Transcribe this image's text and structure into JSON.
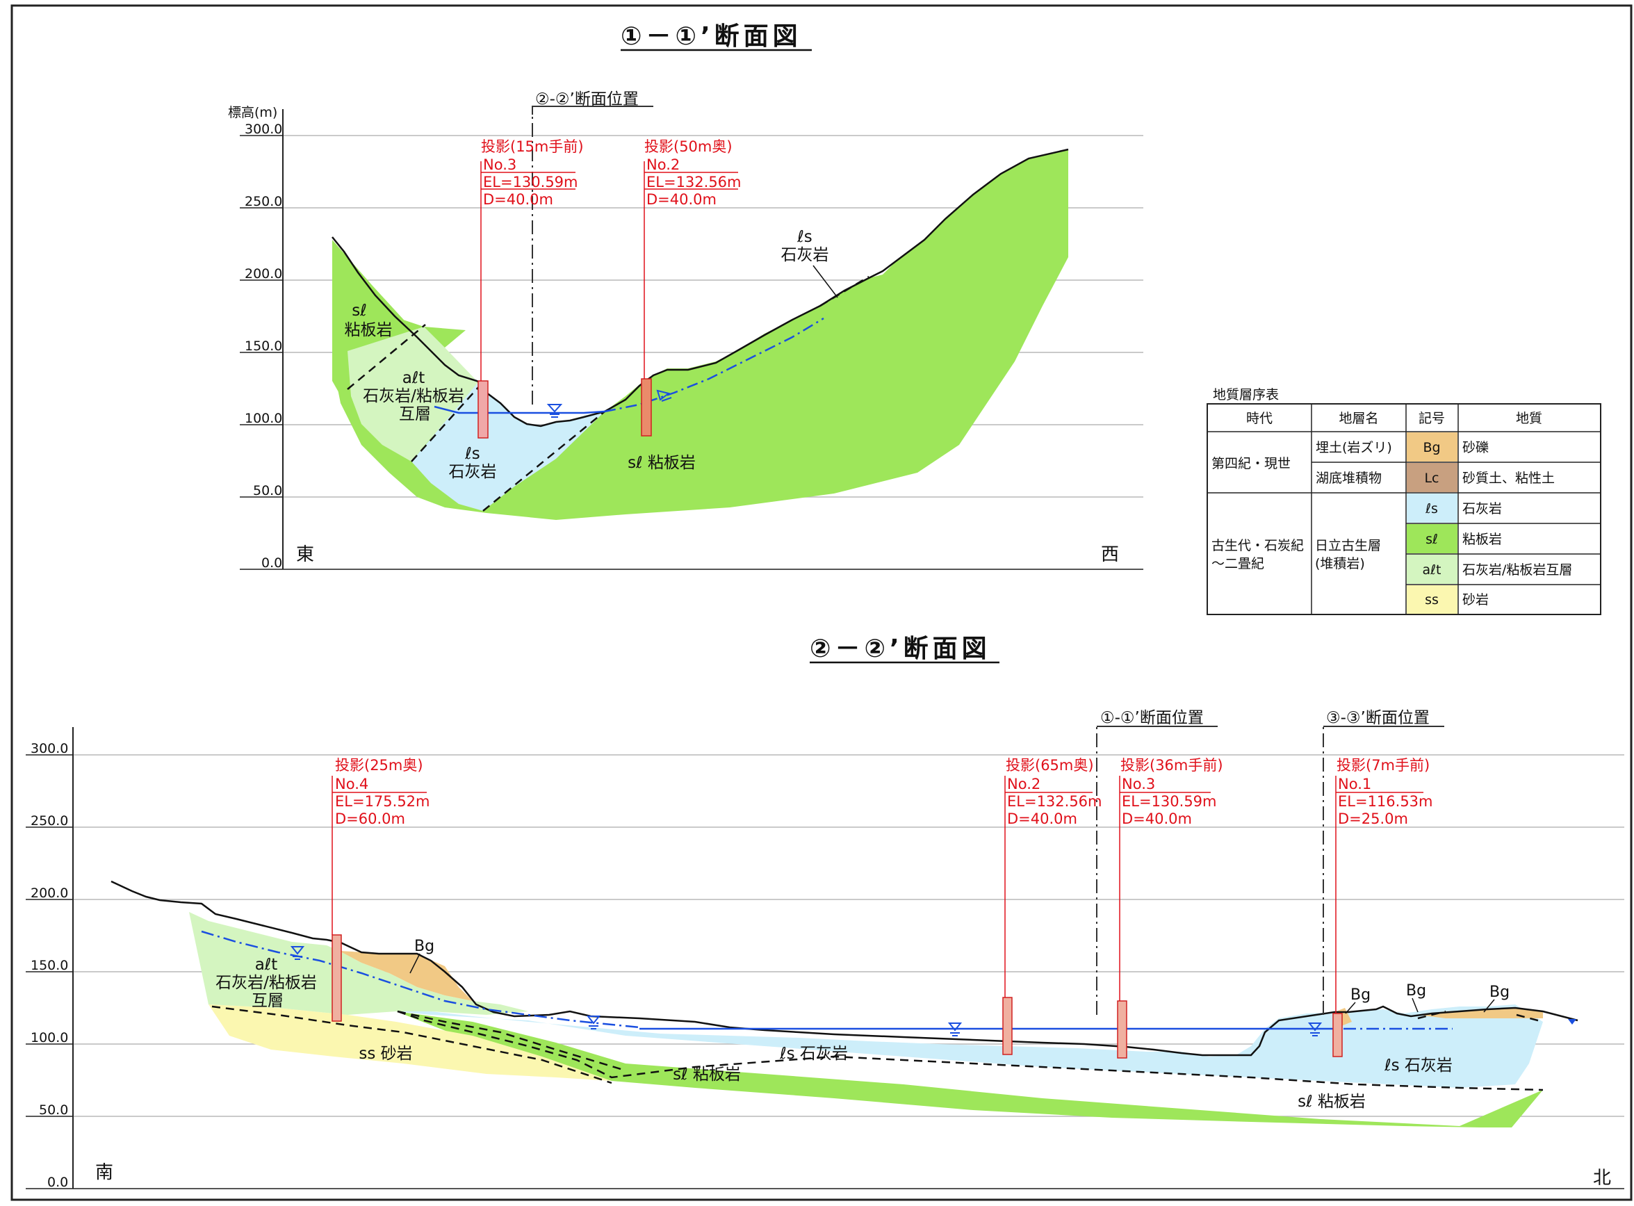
{
  "section1": {
    "title": "①－①’断面図",
    "axis_label": "標高(m)",
    "ticks": [
      "300.0",
      "250.0",
      "200.0",
      "150.0",
      "100.0",
      "50.0",
      "0.0"
    ],
    "left_dir": "東",
    "right_dir": "西",
    "marker": "②-②’断面位置",
    "boreholes": [
      {
        "proj": "投影(15m手前)",
        "no": "No.3",
        "el": "EL=130.59m",
        "d": "D=40.0m"
      },
      {
        "proj": "投影(50m奥)",
        "no": "No.2",
        "el": "EL=132.56m",
        "d": "D=40.0m"
      }
    ],
    "labels": {
      "sl_code": "sℓ",
      "sl_name": "粘板岩",
      "alt_code": "aℓt",
      "alt_name1": "石灰岩/粘板岩",
      "alt_name2": "互層",
      "ls_code": "ℓs",
      "ls_name": "石灰岩",
      "sl_center": "sℓ 粘板岩",
      "ls_top_code": "ℓs",
      "ls_top_name": "石灰岩"
    }
  },
  "section2": {
    "title": "②－②’断面図",
    "ticks": [
      "300.0",
      "250.0",
      "200.0",
      "150.0",
      "100.0",
      "50.0",
      "0.0"
    ],
    "left_dir": "南",
    "right_dir": "北",
    "markers": [
      "①-①’断面位置",
      "③-③’断面位置"
    ],
    "boreholes": [
      {
        "proj": "投影(25m奥)",
        "no": "No.4",
        "el": "EL=175.52m",
        "d": "D=60.0m"
      },
      {
        "proj": "投影(65m奥)",
        "no": "No.2",
        "el": "EL=132.56m",
        "d": "D=40.0m"
      },
      {
        "proj": "投影(36m手前)",
        "no": "No.3",
        "el": "EL=130.59m",
        "d": "D=40.0m"
      },
      {
        "proj": "投影(7m手前)",
        "no": "No.1",
        "el": "EL=116.53m",
        "d": "D=25.0m"
      }
    ],
    "labels": {
      "bg": "Bg",
      "alt_code": "aℓt",
      "alt_name1": "石灰岩/粘板岩",
      "alt_name2": "互層",
      "ss": "ss 砂岩",
      "ls1": "ℓs 石灰岩",
      "sl1": "sℓ 粘板岩",
      "ls2": "ℓs 石灰岩",
      "sl2": "sℓ 粘板岩"
    }
  },
  "legend": {
    "title": "地質層序表",
    "headers": [
      "時代",
      "地層名",
      "記号",
      "地質"
    ],
    "era1": "第四紀・現世",
    "era2_line1": "古生代・石炭紀",
    "era2_line2": "～二畳紀",
    "formation2_line1": "日立古生層",
    "formation2_line2": "(堆積岩)",
    "rows": [
      {
        "formation": "埋土(岩ズリ)",
        "code": "Bg",
        "desc": "砂礫",
        "color": "#f1c985"
      },
      {
        "formation": "湖底堆積物",
        "code": "Lc",
        "desc": "砂質土、粘性土",
        "color": "#c8a080"
      },
      {
        "formation": "",
        "code": "ℓs",
        "desc": "石灰岩",
        "color": "#cdeefa"
      },
      {
        "formation": "",
        "code": "sℓ",
        "desc": "粘板岩",
        "color": "#9ee65a"
      },
      {
        "formation": "",
        "code": "aℓt",
        "desc": "石灰岩/粘板岩互層",
        "color": "#d4f5c0"
      },
      {
        "formation": "",
        "code": "ss",
        "desc": "砂岩",
        "color": "#fbf7b0"
      }
    ]
  },
  "colors": {
    "limestone": "#cdeefa",
    "slate": "#9ee65a",
    "alternation": "#d4f5c0",
    "sandstone": "#fbf7b0",
    "gravel": "#f1c985",
    "borehole_red": "#e0101a",
    "water": "#1a4fe0"
  }
}
